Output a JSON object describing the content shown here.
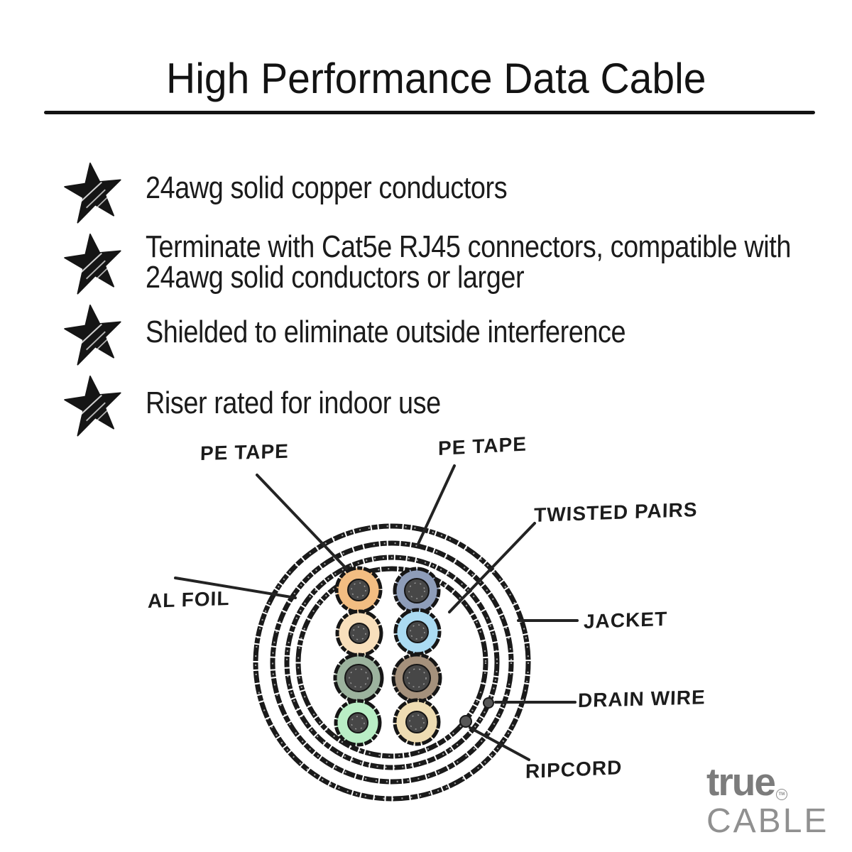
{
  "title": {
    "text": "High Performance Data Cable"
  },
  "features": {
    "bullet_icon": "sketch-star-icon",
    "items": [
      "24awg solid copper conductors",
      "Terminate with Cat5e RJ45 connectors, compatible with 24awg solid conductors or larger",
      "Shielded to eliminate outside interference",
      "Riser rated for indoor use"
    ]
  },
  "diagram": {
    "type": "cable-cross-section",
    "ink_color": "#1c1c1c",
    "labels": {
      "pe_tape_left": "PE TAPE",
      "pe_tape_top": "PE TAPE",
      "twisted_pairs": "TWISTED PAIRS",
      "al_foil": "AL FOIL",
      "jacket": "JACKET",
      "drain_wire": "DRAIN WIRE",
      "ripcord": "RIPCORD"
    },
    "wires": [
      {
        "name": "orange",
        "color": "#f2bd82"
      },
      {
        "name": "blue-slate",
        "color": "#8e9db9"
      },
      {
        "name": "white-orange",
        "color": "#f8dfbc"
      },
      {
        "name": "light-blue",
        "color": "#abdbf2"
      },
      {
        "name": "green",
        "color": "#9cb39e"
      },
      {
        "name": "brown",
        "color": "#a5917c"
      },
      {
        "name": "white-green",
        "color": "#b9eec5"
      },
      {
        "name": "white-brown",
        "color": "#eedcb2"
      }
    ]
  },
  "logo": {
    "brand_top": "true",
    "trademark": "TM",
    "brand_bottom": "CABLE",
    "color_top": "#7c7c7c",
    "color_bottom": "#909090"
  }
}
